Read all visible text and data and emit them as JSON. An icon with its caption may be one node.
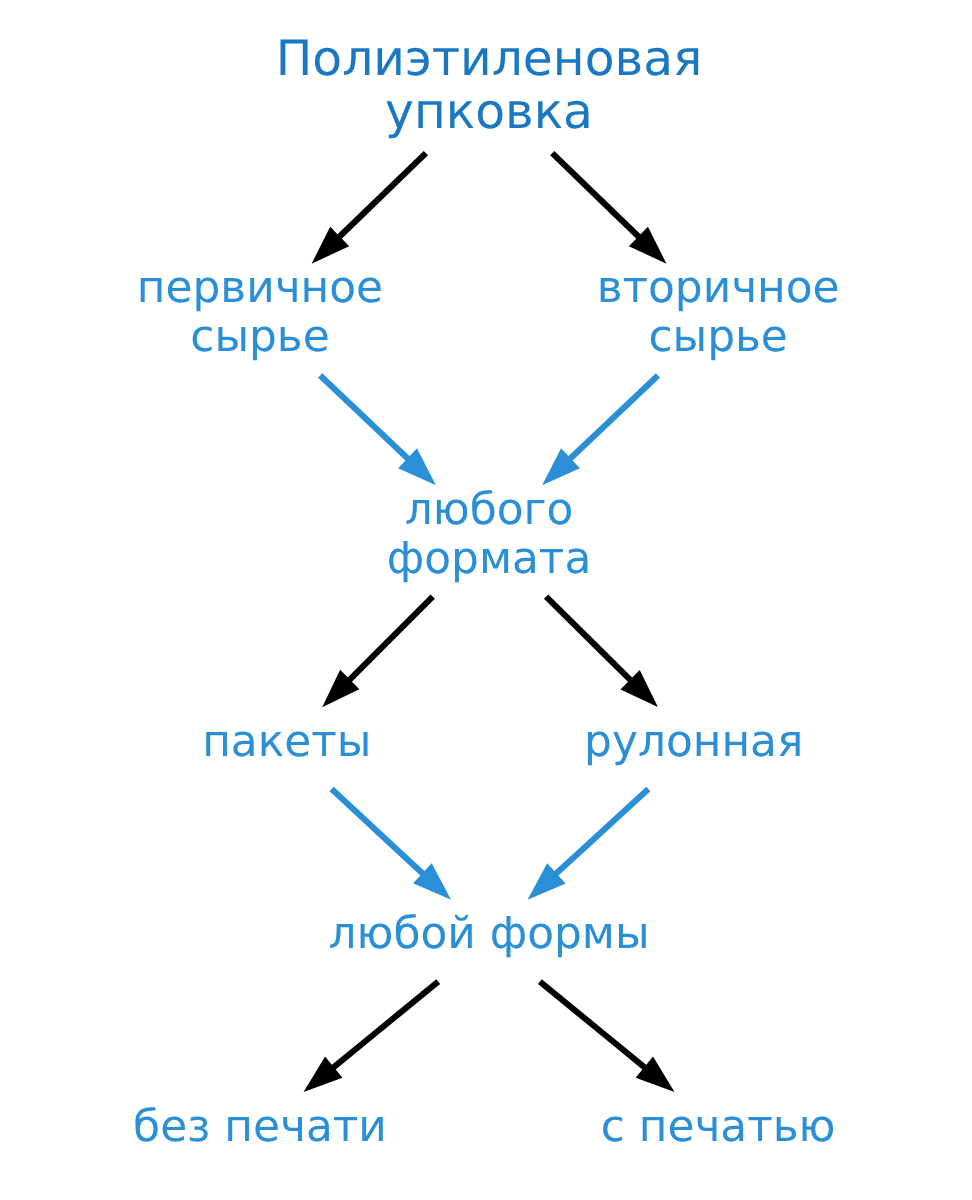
{
  "diagram": {
    "nodes": [
      {
        "text": [
          "Полиэтиленовая упковка"
        ]
      },
      {
        "text": [
          "первичное сырье"
        ]
      },
      {
        "text": [
          "вторичное сырье"
        ]
      },
      {
        "text": [
          "любого формата"
        ]
      },
      {
        "text": [
          "пакеты"
        ]
      },
      {
        "text": [
          "рулонная"
        ]
      },
      {
        "text": [
          "любой формы"
        ]
      },
      {
        "text": [
          "без печати"
        ]
      },
      {
        "text": [
          "с печатью"
        ]
      }
    ],
    "edges": [
      {
        "from": 0,
        "to": 1,
        "arrow": "to"
      },
      {
        "from": 0,
        "to": 2,
        "arrow": "to"
      },
      {
        "from": 1,
        "to": 3,
        "arrow": "to",
        "color": "#2a8fd6"
      },
      {
        "from": 2,
        "to": 3,
        "arrow": "to",
        "color": "#2a8fd6"
      },
      {
        "from": 3,
        "to": 4,
        "arrow": "to"
      },
      {
        "from": 3,
        "to": 5,
        "arrow": "to"
      },
      {
        "from": 4,
        "to": 6,
        "arrow": "to",
        "color": "#2a8fd6"
      },
      {
        "from": 5,
        "to": 6,
        "arrow": "to",
        "color": "#2a8fd6"
      },
      {
        "from": 6,
        "to": 7,
        "arrow": "to"
      },
      {
        "from": 6,
        "to": 8,
        "arrow": "to"
      }
    ]
  }
}
